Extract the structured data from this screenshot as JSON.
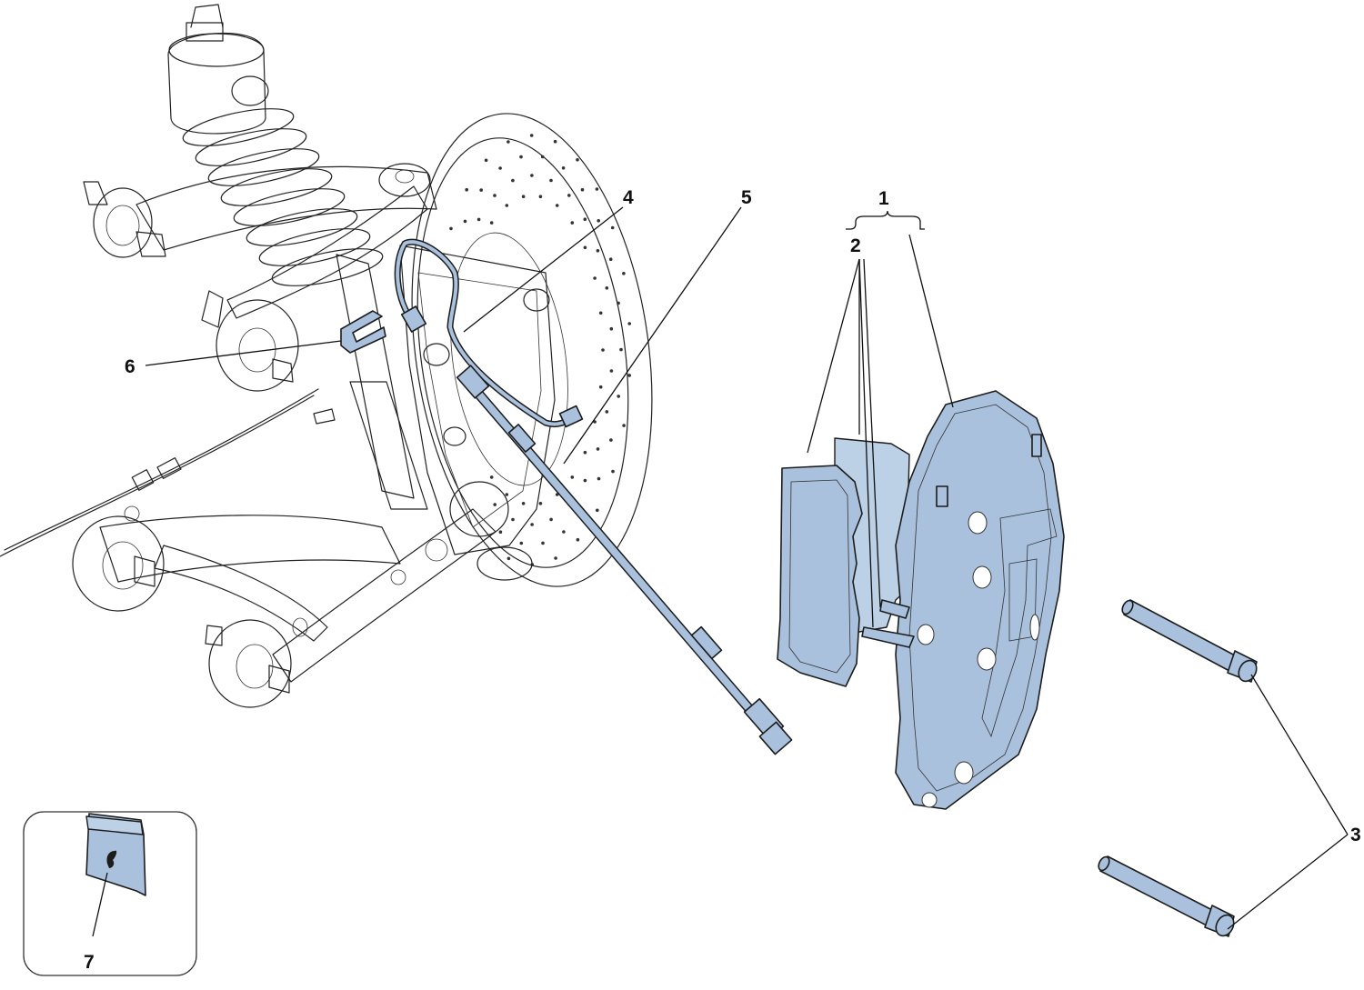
{
  "callouts": {
    "c1": "1",
    "c2": "2",
    "c3": "3",
    "c4": "4",
    "c5": "5",
    "c6": "6",
    "c7": "7"
  },
  "colors": {
    "part_highlight": "#a9c1dd",
    "line_art": "#222222",
    "background": "#ffffff"
  },
  "icons": {
    "inset_badge": "prancing-horse-emblem"
  }
}
